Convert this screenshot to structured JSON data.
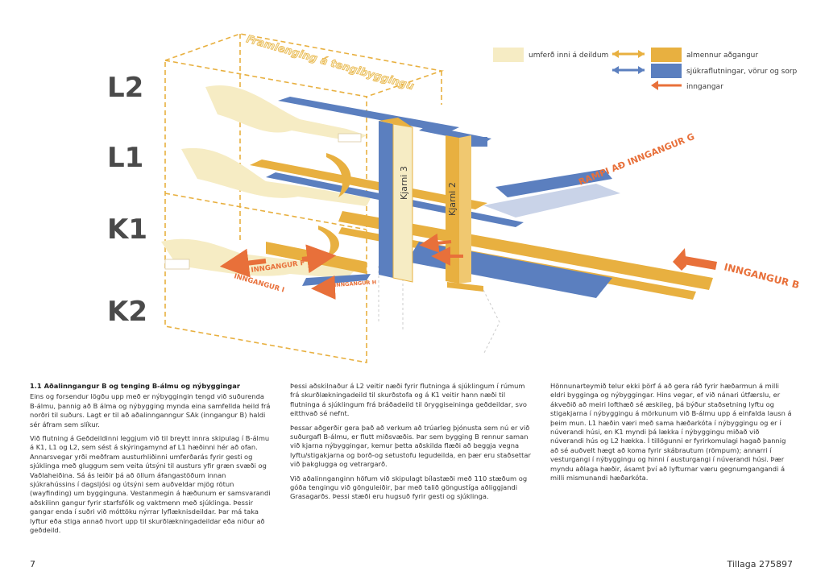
{
  "legend": {
    "ward_traffic": "umferð inni á deildum",
    "public_access": "almennur aðgangur",
    "logistics": "sjúkraflutningar, vörur og sorp",
    "entrances": "inngangar"
  },
  "colors": {
    "public": "#e8b040",
    "ward": "#f6ecc4",
    "logistics": "#5b7fbf",
    "entrance": "#e8703a"
  },
  "levels": [
    "L2",
    "L1",
    "K1",
    "K2"
  ],
  "labels": {
    "extension": "Framlenging á tengibyggingu",
    "core3": "Kjarni 3",
    "core2": "Kjarni 2",
    "ramp": "RAMPI AÐ INNGANGUR G",
    "entrance_b": "INNGANGUR B",
    "entrance_f": "INNGANGUR F",
    "entrance_i": "INNGANGUR I",
    "entrance_h": "INNGANGUR H"
  },
  "text": {
    "heading": "1.1 Aðalinngangur B og tenging B-álmu og nýbyggingar",
    "col1": [
      "Eins og forsendur lögðu upp með er nýbyggingin tengd við suðurenda B-álmu, þannig að B álma og nýbygging mynda eina samfellda heild frá norðri til suðurs. Lagt er til að aðalinnganngur SAk (inngangur B) haldi sér áfram sem slíkur.",
      "Við flutning á Geðdeildinni leggjum við til breytt innra skipulag í B-álmu á K1, L1 og L2, sem sést á skýringamynd af L1 hæðinni hér að ofan. Annarsvegar yrði meðfram austurhliðinni umferðarás fyrir gesti og sjúklinga með gluggum sem veita útsýni til austurs yfir græn svæði og Vaðlaheiðina. Sá ás leiðir þá að öllum áfangastöðum innan sjúkrahússins í dagsljósi og útsýni sem auðveldar mjög rötun (wayfinding) um bygginguna. Vestanmegin á hæðunum er samsvarandi aðskilinn gangur fyrir starfsfólk og vaktmenn með sjúklinga. Þessir gangar enda í suðri við móttöku nýrrar lyflæknisdeildar. Þar má taka lyftur eða stiga annað hvort upp til skurðlækningadeildar eða niður að geðdeild."
    ],
    "col2": [
      "Þessi aðskilnaður á L2 veitir næði fyrir flutninga á sjúklingum í rúmum frá skurðlækningadeild til skurðstofa og á K1 veitir hann næði til flutninga á sjúklingum frá bráðadeild til öryggiseininga geðdeildar, svo eitthvað sé nefnt.",
      "Þessar aðgerðir gera það að verkum að trúarleg þjónusta sem nú er við suðurgafl B-álmu, er flutt miðsvæðis. Þar sem bygging B rennur saman við kjarna nýbyggingar, kemur þetta aðskilda flæði að beggja vegna lyftu/stigakjarna og borð-og setustofu legudeilda, en þær eru staðsettar við þakglugga og vetrargarð.",
      "Við aðalinnganginn höfum við skipulagt bílastæði með 110 stæðum og góða tengingu við gönguleiðir, þar með talið göngustíga aðliggjandi Grasagarðs. Þessi stæði eru hugsuð fyrir gesti og sjúklinga."
    ],
    "col3": [
      "Hönnunarteymið telur ekki þörf á að gera ráð fyrir hæðarmun á milli eldri bygginga og nýbyggingar. Hins vegar, ef við nánari útfærslu, er ákveðið að meiri lofthæð sé æskileg, þá býður staðsetning lyftu og stigakjarna í nýbyggingu á mörkunum við B-álmu upp á einfalda lausn á þeim mun. L1 hæðin væri með sama hæðarkóta í nýbyggingu og er í núverandi húsi, en K1 myndi þá lækka í nýbyggingu miðað við núverandi hús og L2 hækka. Í tillögunni er fyrirkomulagi hagað þannig að sé auðvelt hægt að koma fyrir skábrautum (römpum); annarri í vesturgangi í nýbyggingu og hinni í austurgangi í núverandi húsi. Þær myndu aðlaga hæðir, ásamt því að lyfturnar væru gegnumgangandi á milli mismunandi hæðarkóta."
    ]
  },
  "footer": {
    "page": "7",
    "proposal": "Tillaga 275897"
  }
}
